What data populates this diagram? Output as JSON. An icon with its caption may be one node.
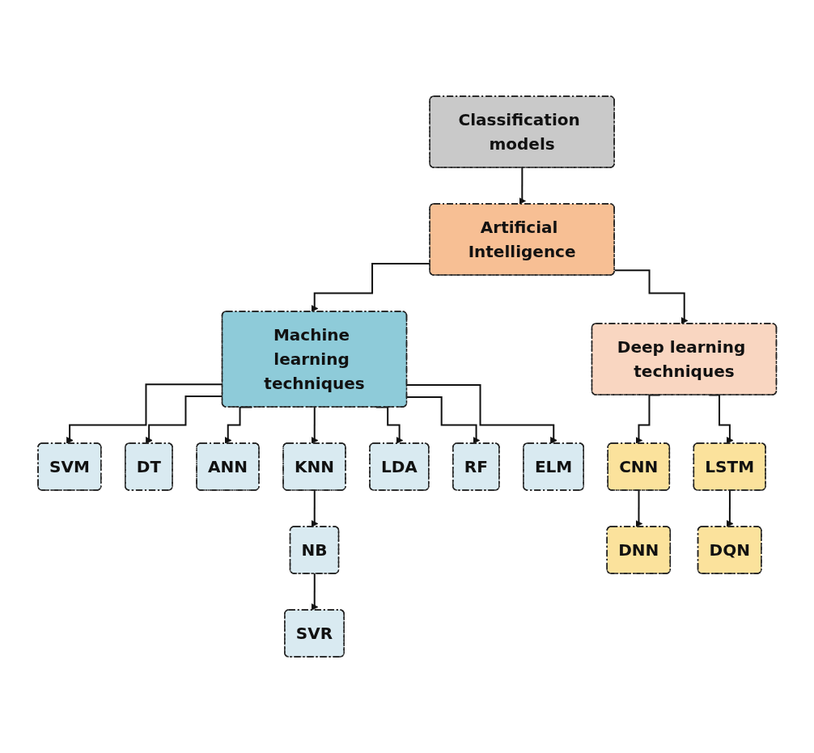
{
  "diagram": {
    "nodes": [
      {
        "text": [
          "Classification models"
        ]
      },
      {
        "text": [
          "Artificial Intelligence"
        ]
      },
      {
        "text": [
          "Machine learning techniques"
        ]
      },
      {
        "text": [
          "Deep learning techniques"
        ]
      },
      {
        "text": [
          "SVM"
        ]
      },
      {
        "text": [
          "DT"
        ]
      },
      {
        "text": [
          "ANN"
        ]
      },
      {
        "text": [
          "KNN"
        ]
      },
      {
        "text": [
          "NB"
        ]
      },
      {
        "text": [
          "SVR"
        ]
      },
      {
        "text": [
          "LDA"
        ]
      },
      {
        "text": [
          "RF"
        ]
      },
      {
        "text": [
          "ELM"
        ]
      },
      {
        "text": [
          "CNN"
        ]
      },
      {
        "text": [
          "DNN"
        ]
      },
      {
        "text": [
          "LSTM"
        ]
      },
      {
        "text": [
          "DQN"
        ]
      }
    ],
    "edges": [
      {
        "from": 0,
        "to": 1,
        "arrow": "to"
      },
      {
        "from": 1,
        "to": 2,
        "arrow": "to"
      },
      {
        "from": 1,
        "to": 3,
        "arrow": "to"
      },
      {
        "from": 2,
        "to": 4,
        "arrow": "to"
      },
      {
        "from": 2,
        "to": 5,
        "arrow": "to"
      },
      {
        "from": 2,
        "to": 6,
        "arrow": "to"
      },
      {
        "from": 2,
        "to": 7,
        "arrow": "to"
      },
      {
        "from": 7,
        "to": 8,
        "arrow": "to"
      },
      {
        "from": 8,
        "to": 9,
        "arrow": "to"
      },
      {
        "from": 2,
        "to": 10,
        "arrow": "to"
      },
      {
        "from": 2,
        "to": 11,
        "arrow": "to"
      },
      {
        "from": 2,
        "to": 12,
        "arrow": "to"
      },
      {
        "from": 3,
        "to": 13,
        "arrow": "to"
      },
      {
        "from": 13,
        "to": 14,
        "arrow": "to"
      },
      {
        "from": 3,
        "to": 15,
        "arrow": "to"
      },
      {
        "from": 15,
        "to": 16,
        "arrow": "to"
      }
    ]
  }
}
